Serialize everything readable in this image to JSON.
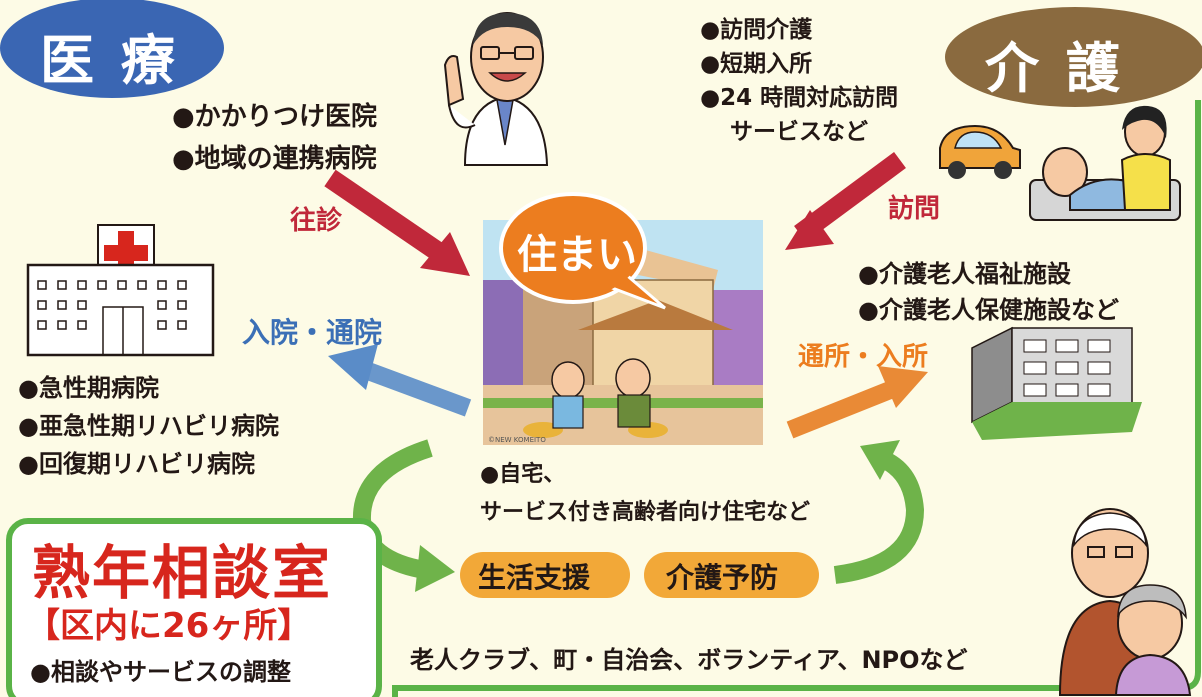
{
  "medical": {
    "badge": "医 療",
    "items": [
      "●かかりつけ医院",
      "●地域の連携病院"
    ]
  },
  "care": {
    "badge": "介 護",
    "items": [
      "●訪問介護",
      "●短期入所",
      "●24 時間対応訪問",
      "サービスなど"
    ]
  },
  "arrows": {
    "oushin": "往診",
    "houmon": "訪問",
    "nyuin": "入院・通院",
    "tsusho": "通所・入所"
  },
  "home": {
    "bubble": "住まい",
    "copyright": "©NEW KOMEITO",
    "items": [
      "●自宅、",
      "サービス付き高齢者向け住宅など"
    ]
  },
  "hospitals": {
    "items": [
      "●急性期病院",
      "●亜急性期リハビリ病院",
      "●回復期リハビリ病院"
    ]
  },
  "facilities": {
    "items": [
      "●介護老人福祉施設",
      "●介護老人保健施設など"
    ]
  },
  "center": {
    "title": "熟年相談室",
    "subtitle": "【区内に26ヶ所】",
    "item": "●相談やサービスの調整"
  },
  "support": {
    "pills": [
      "生活支援",
      "介護予防"
    ],
    "community": "老人クラブ、町・自治会、ボランティア、NPOなど"
  },
  "colors": {
    "medical_badge": "#3a66b3",
    "care_badge": "#8a6a3f",
    "red_arrow": "#c0283a",
    "blue_arrow": "#5a8cc8",
    "orange_arrow": "#e98a36",
    "green_arrow": "#6fb34a",
    "center_border": "#5ab347",
    "center_title": "#d7261d",
    "pill": "#f2a838",
    "red_label": "#c0283a",
    "blue_label": "#3b6fb6",
    "orange_label": "#ec7d1f"
  }
}
